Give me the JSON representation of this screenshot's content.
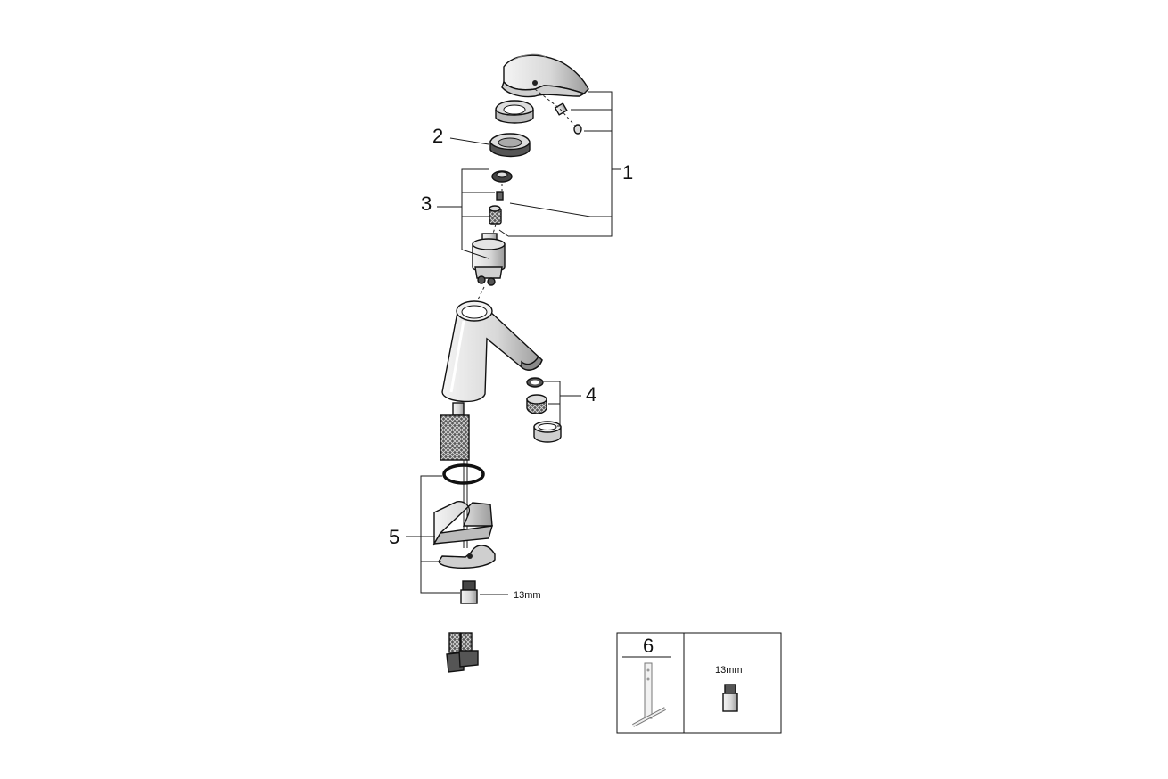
{
  "callouts": {
    "c1": "1",
    "c2": "2",
    "c3": "3",
    "c4": "4",
    "c5": "5",
    "c6": "6"
  },
  "wrench_label": "13mm",
  "inset": {
    "number": "6",
    "wrench_label": "13mm"
  },
  "colors": {
    "line": "#1a1a1a",
    "part_fill": "#e9e9e9",
    "part_shade": "#bdbdbd",
    "dark": "#4a4a4a"
  }
}
